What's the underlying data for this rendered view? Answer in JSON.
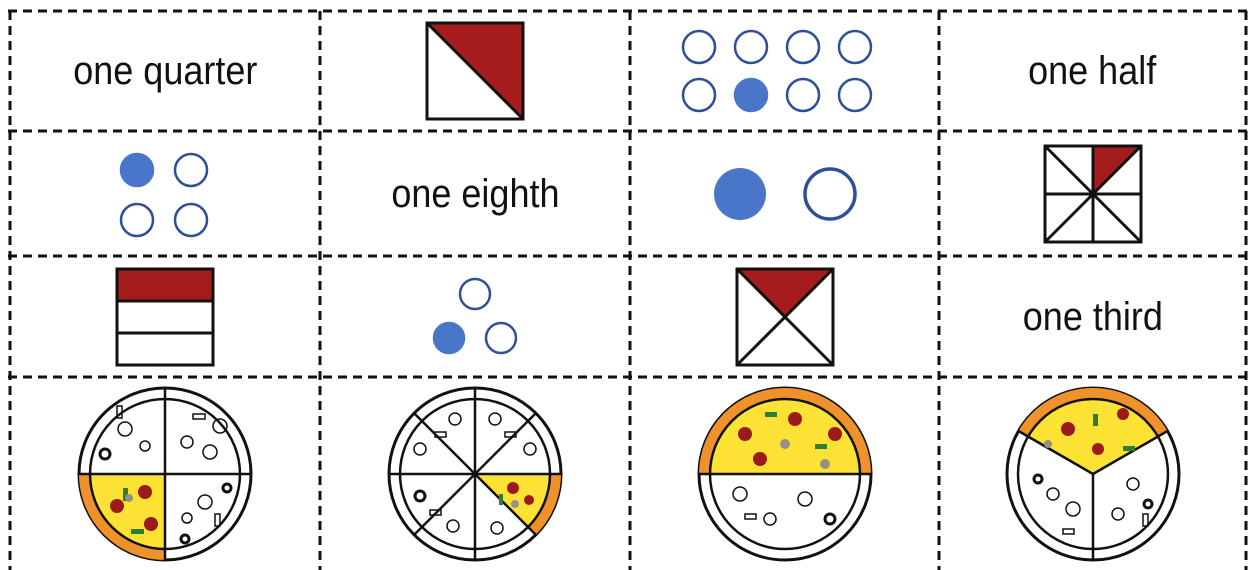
{
  "cards": {
    "r0c0": {
      "text": "one quarter"
    },
    "r0c1": {
      "kind": "square-diagonal-half",
      "shaded_fraction": 0.5
    },
    "r0c2": {
      "kind": "circle-set",
      "total": 8,
      "filled": 1
    },
    "r0c3": {
      "text": "one half"
    },
    "r1c0": {
      "kind": "circle-set",
      "total": 4,
      "filled": 1
    },
    "r1c1": {
      "text": "one eighth"
    },
    "r1c2": {
      "kind": "circle-set",
      "total": 2,
      "filled": 1
    },
    "r1c3": {
      "kind": "square-eighths",
      "shaded_fraction": 0.125
    },
    "r2c0": {
      "kind": "rect-thirds",
      "shaded_fraction": 0.3333
    },
    "r2c1": {
      "kind": "circle-set",
      "total": 3,
      "filled": 1
    },
    "r2c2": {
      "kind": "square-quarters",
      "shaded_fraction": 0.25
    },
    "r2c3": {
      "text": "one third"
    },
    "r3c0": {
      "kind": "pizza",
      "slices": 4,
      "filled": 1
    },
    "r3c1": {
      "kind": "pizza",
      "slices": 8,
      "filled": 1
    },
    "r3c2": {
      "kind": "pizza",
      "slices": 2,
      "filled": 1
    },
    "r3c3": {
      "kind": "pizza",
      "slices": 3,
      "filled": 1
    }
  },
  "colors": {
    "shade_red": "#a51c1c",
    "dot_blue": "#4a76c9",
    "dot_outline": "#2f4f9a",
    "pizza_cheese": "#fbe235",
    "pizza_crust": "#f0922b",
    "pepperoni": "#9b1b1b",
    "pepper": "#2e7d32",
    "mushroom": "#9a8f86",
    "line": "#111111"
  }
}
